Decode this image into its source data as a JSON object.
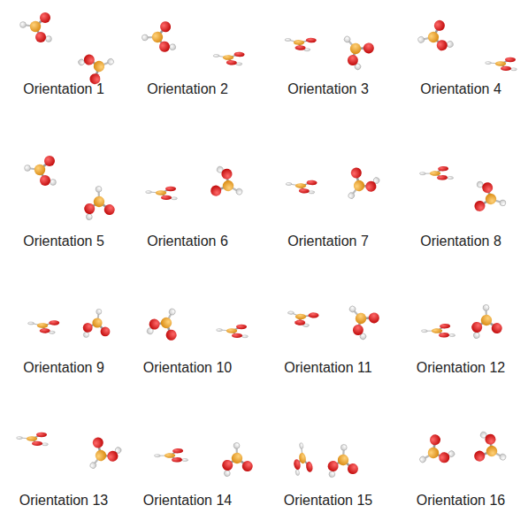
{
  "diagram": {
    "labels": [
      "Orientation 1",
      "Orientation 2",
      "Orientation 3",
      "Orientation 4",
      "Orientation 5",
      "Orientation 6",
      "Orientation 7",
      "Orientation 8",
      "Orientation 9",
      "Orientation 10",
      "Orientation 11",
      "Orientation 12",
      "Orientation 13",
      "Orientation 14",
      "Orientation 15",
      "Orientation 16"
    ]
  }
}
